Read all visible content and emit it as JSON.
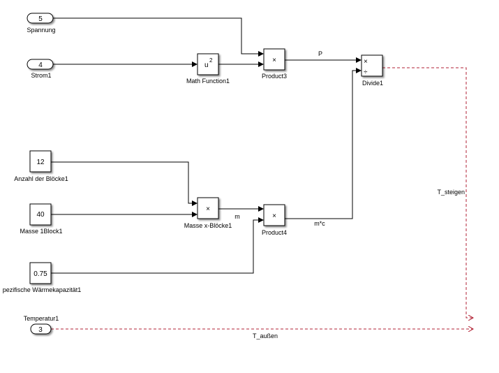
{
  "diagram": {
    "type": "simulink-model",
    "blocks": {
      "spannung": {
        "kind": "inport",
        "value": "5",
        "label": "Spannung"
      },
      "strom": {
        "kind": "inport",
        "value": "4",
        "label": "Strom1"
      },
      "temperatur": {
        "kind": "inport",
        "value": "3",
        "label": "Temperatur1"
      },
      "anzahl": {
        "kind": "constant",
        "value": "12",
        "label": "Anzahl der Blöcke1"
      },
      "masse": {
        "kind": "constant",
        "value": "40",
        "label": "Masse 1Block1"
      },
      "waerme": {
        "kind": "constant",
        "value": "0.75",
        "label": "pezifische Wärmekapazität1"
      },
      "mathfn": {
        "kind": "math-function",
        "symbol": "u",
        "exponent": "2",
        "label": "Math Function1"
      },
      "product3": {
        "kind": "product",
        "symbol": "×",
        "label": "Product3"
      },
      "divide": {
        "kind": "divide",
        "symbol_top": "×",
        "symbol_bottom": "÷",
        "label": "Divide1"
      },
      "massexbl": {
        "kind": "product",
        "symbol": "×",
        "label": "Masse x-Blöcke1"
      },
      "product4": {
        "kind": "product",
        "symbol": "×",
        "label": "Product4"
      }
    },
    "signals": {
      "p": "P",
      "m": "m",
      "mc": "m*c",
      "t_steigen": "T_steigen",
      "t_aussen": "T_außen"
    },
    "colors": {
      "wire": "#000000",
      "dashed_signal": "#b22234"
    }
  }
}
